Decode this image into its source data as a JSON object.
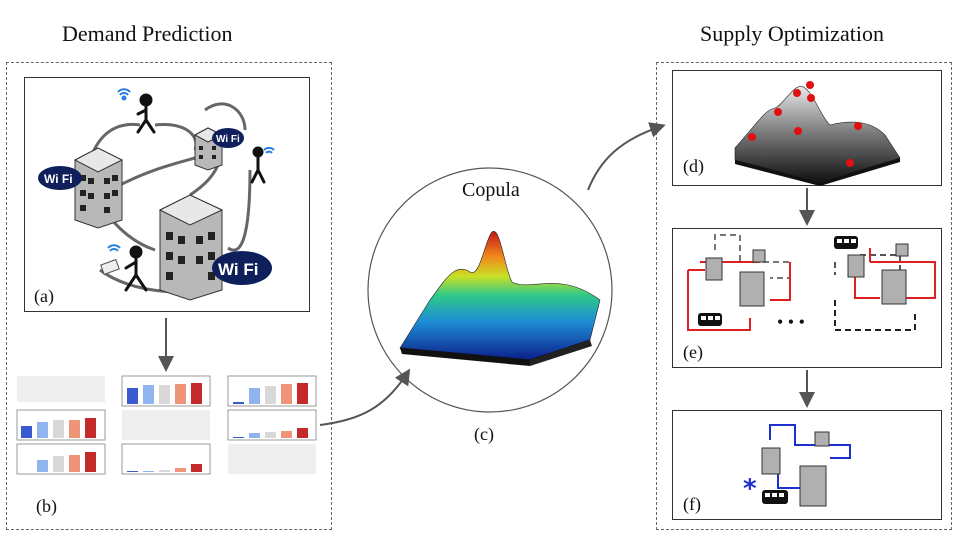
{
  "titles": {
    "demand": "Demand Prediction",
    "supply": "Supply Optimization",
    "copula": "Copula"
  },
  "labels": {
    "a": "(a)",
    "b": "(b)",
    "c": "(c)",
    "d": "(d)",
    "e": "(e)",
    "f": "(f)"
  },
  "wifi_badge": "Wi Fi",
  "ellipsis": "• • •",
  "colors": {
    "dark_blue": "#3a5bcf",
    "light_blue": "#8fb4f0",
    "grey": "#d8d8d8",
    "salmon": "#ef9478",
    "red": "#c42a2a",
    "route_red": "#e02020",
    "route_blue": "#1e2fd0",
    "badge_navy": "#0e1f5b"
  },
  "icons": [
    "wifi-icon",
    "person-walking-icon",
    "building-icon",
    "bus-icon",
    "asterisk-icon",
    "red-dot-marker"
  ]
}
